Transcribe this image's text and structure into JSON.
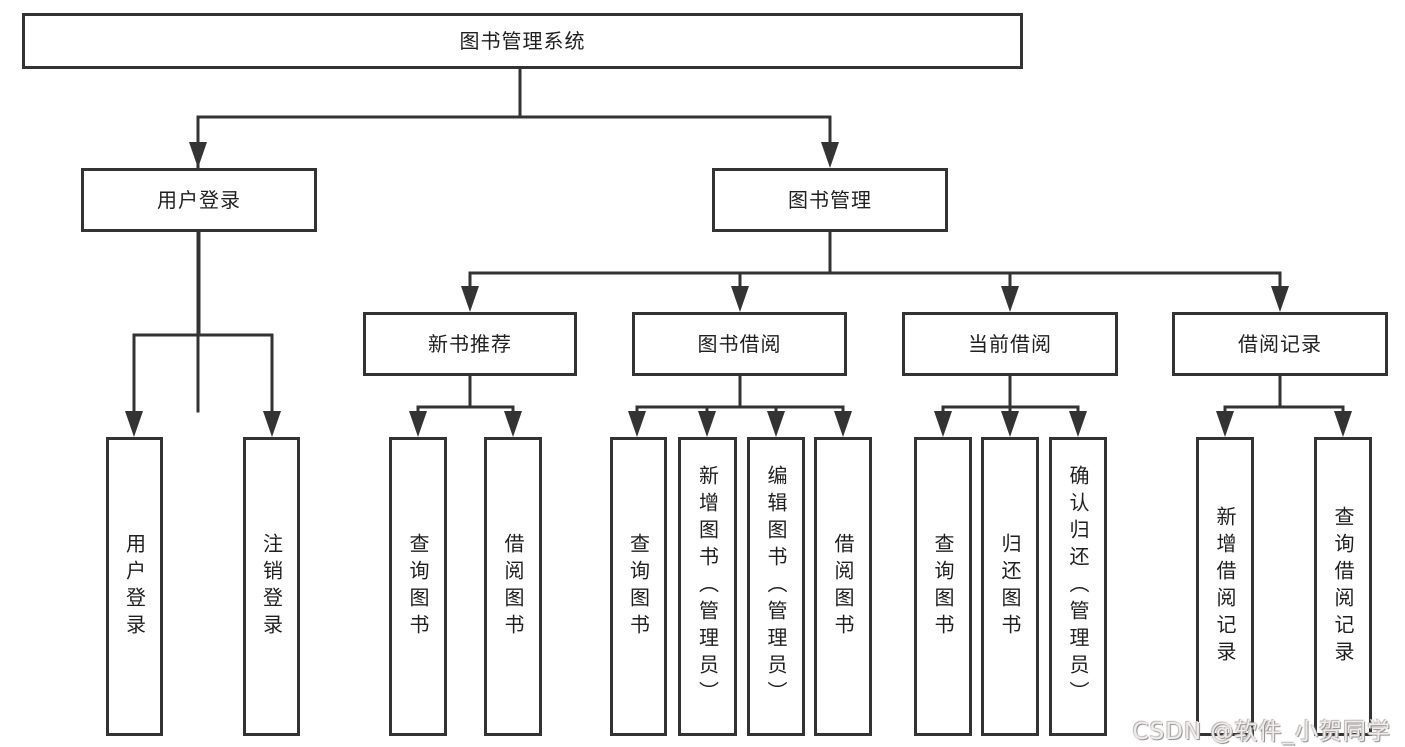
{
  "diagram": {
    "root": {
      "label": "图书管理系统"
    },
    "level2": [
      {
        "label": "用户登录"
      },
      {
        "label": "图书管理"
      }
    ],
    "level3": [
      {
        "label": "新书推荐",
        "parent": "图书管理"
      },
      {
        "label": "图书借阅",
        "parent": "图书管理"
      },
      {
        "label": "当前借阅",
        "parent": "图书管理"
      },
      {
        "label": "借阅记录",
        "parent": "图书管理"
      }
    ],
    "level4": [
      {
        "label": "用户登录",
        "parent": "用户登录"
      },
      {
        "label": "注销登录",
        "parent": "用户登录"
      },
      {
        "label": "查询图书",
        "parent": "新书推荐"
      },
      {
        "label": "借阅图书",
        "parent": "新书推荐"
      },
      {
        "label": "查询图书",
        "parent": "图书借阅"
      },
      {
        "label": "新增图书（管理员）",
        "parent": "图书借阅"
      },
      {
        "label": "编辑图书（管理员）",
        "parent": "图书借阅"
      },
      {
        "label": "借阅图书",
        "parent": "图书借阅"
      },
      {
        "label": "查询图书",
        "parent": "当前借阅"
      },
      {
        "label": "归还图书",
        "parent": "当前借阅"
      },
      {
        "label": "确认归还（管理员）",
        "parent": "当前借阅"
      },
      {
        "label": "新增借阅记录",
        "parent": "借阅记录"
      },
      {
        "label": "查询借阅记录",
        "parent": "借阅记录"
      }
    ],
    "watermark": {
      "text": "CSDN @软件_小贺同学"
    },
    "colors": {
      "line": "#333333",
      "text": "#1f1f1f",
      "background": "#ffffff",
      "watermark": "#c9c6c6"
    }
  }
}
